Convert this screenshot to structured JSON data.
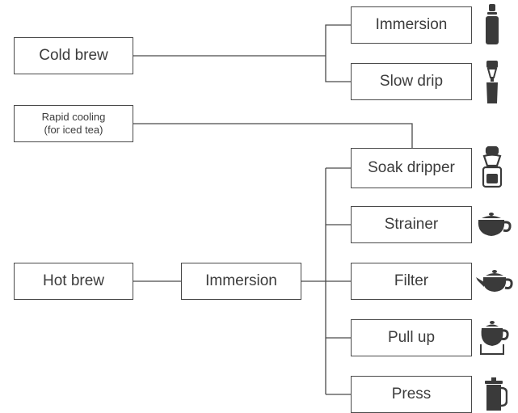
{
  "diagram": {
    "cold_brew": "Cold brew",
    "rapid_cooling": "Rapid cooling\n(for iced tea)",
    "hot_brew": "Hot brew",
    "hot_immersion": "Immersion",
    "cold_methods": [
      {
        "label": "Immersion",
        "icon": "cold-brew-bottle-icon"
      },
      {
        "label": "Slow drip",
        "icon": "drip-tower-icon"
      }
    ],
    "hot_methods": [
      {
        "label": "Soak dripper",
        "icon": "soak-dripper-icon"
      },
      {
        "label": "Strainer",
        "icon": "teapot-icon"
      },
      {
        "label": "Filter",
        "icon": "kyusu-teapot-icon"
      },
      {
        "label": "Pull up",
        "icon": "kettle-on-base-icon"
      },
      {
        "label": "Press",
        "icon": "french-press-icon"
      }
    ]
  },
  "colors": {
    "line": "#4a4a4a",
    "icon": "#3a3a3a",
    "text": "#3c3c3c"
  }
}
